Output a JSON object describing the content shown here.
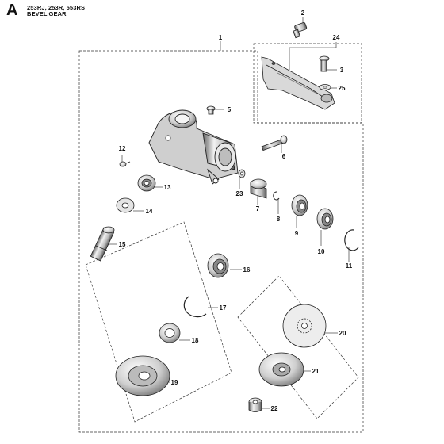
{
  "header": {
    "section_letter": "A",
    "models": "253RJ, 253R, 553RS",
    "title": "BEVEL GEAR"
  },
  "parts": [
    {
      "id": "c1",
      "label": "1"
    },
    {
      "id": "c2",
      "label": "2"
    },
    {
      "id": "c3",
      "label": "3"
    },
    {
      "id": "c5",
      "label": "5"
    },
    {
      "id": "c6",
      "label": "6"
    },
    {
      "id": "c7",
      "label": "7"
    },
    {
      "id": "c8",
      "label": "8"
    },
    {
      "id": "c9",
      "label": "9"
    },
    {
      "id": "c10",
      "label": "10"
    },
    {
      "id": "c11",
      "label": "11"
    },
    {
      "id": "c12",
      "label": "12"
    },
    {
      "id": "c13",
      "label": "13"
    },
    {
      "id": "c14",
      "label": "14"
    },
    {
      "id": "c15",
      "label": "15"
    },
    {
      "id": "c16",
      "label": "16"
    },
    {
      "id": "c17",
      "label": "17"
    },
    {
      "id": "c18",
      "label": "18"
    },
    {
      "id": "c19",
      "label": "19"
    },
    {
      "id": "c20",
      "label": "20"
    },
    {
      "id": "c21",
      "label": "21"
    },
    {
      "id": "c22",
      "label": "22"
    },
    {
      "id": "c23",
      "label": "23"
    },
    {
      "id": "c24",
      "label": "24"
    },
    {
      "id": "c25",
      "label": "25"
    }
  ]
}
